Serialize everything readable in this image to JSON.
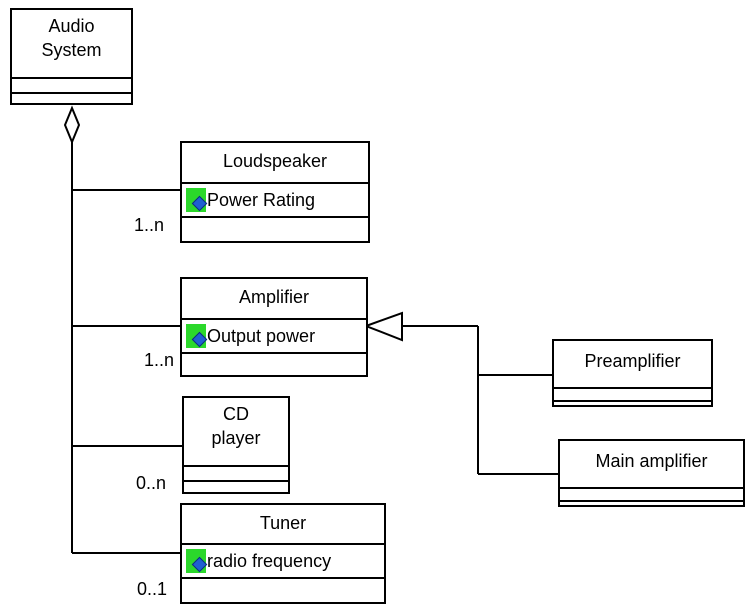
{
  "classes": {
    "audio_system": {
      "name": "Audio\nSystem"
    },
    "loudspeaker": {
      "name": "Loudspeaker",
      "attribute": "Power Rating"
    },
    "amplifier": {
      "name": "Amplifier",
      "attribute": "Output power"
    },
    "cd_player": {
      "name": "CD\nplayer"
    },
    "tuner": {
      "name": "Tuner",
      "attribute": "radio frequency"
    },
    "preamplifier": {
      "name": "Preamplifier"
    },
    "main_amplifier": {
      "name": "Main amplifier"
    }
  },
  "multiplicities": {
    "loudspeaker": "1..n",
    "amplifier": "1..n",
    "cd_player": "0..n",
    "tuner": "0..1"
  },
  "attribute_icon": "attribute-icon",
  "colors": {
    "attribute_icon_bg": "#2bd82b",
    "line": "#000000"
  }
}
